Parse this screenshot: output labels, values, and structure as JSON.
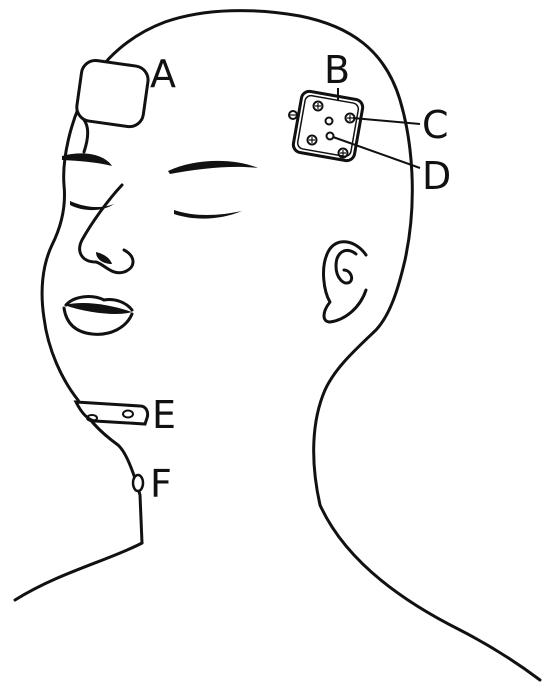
{
  "labels": {
    "a": "A",
    "b": "B",
    "c": "C",
    "d": "D",
    "e": "E",
    "f": "F"
  },
  "colors": {
    "ink": "#111111",
    "pad_fill": "#ffffff",
    "background": "#ffffff"
  }
}
